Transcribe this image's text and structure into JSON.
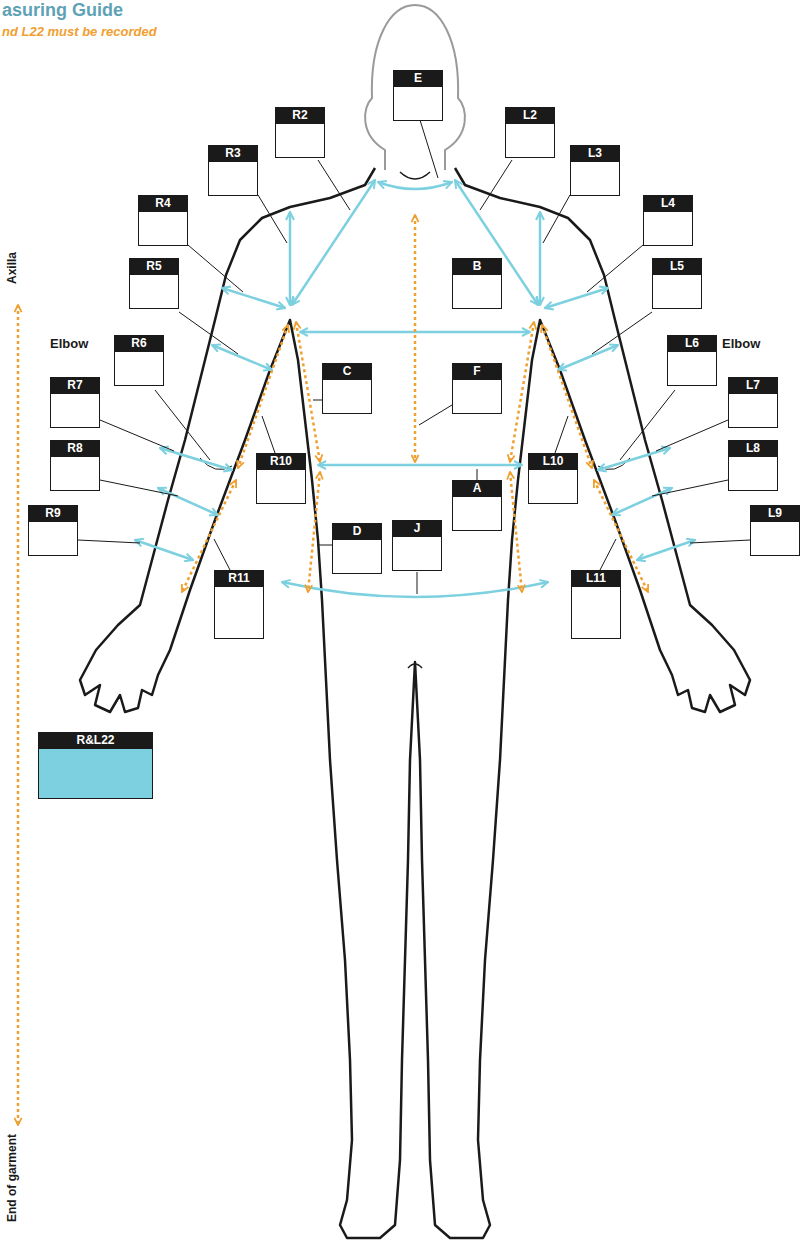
{
  "diagram": {
    "title": "asuring Guide",
    "nodes": [
      {
        "text": [
          "E"
        ]
      },
      {
        "text": [
          "R2"
        ]
      },
      {
        "text": [
          "L2"
        ]
      },
      {
        "text": [
          "R3"
        ]
      },
      {
        "text": [
          "L3"
        ]
      },
      {
        "text": [
          "R4"
        ]
      },
      {
        "text": [
          "L4"
        ]
      },
      {
        "text": [
          "R5"
        ]
      },
      {
        "text": [
          "B"
        ]
      },
      {
        "text": [
          "L5"
        ]
      },
      {
        "text": [
          "R6"
        ]
      },
      {
        "text": [
          "L6"
        ]
      },
      {
        "text": [
          "C"
        ]
      },
      {
        "text": [
          "F"
        ]
      },
      {
        "text": [
          "R7"
        ]
      },
      {
        "text": [
          "L7"
        ]
      },
      {
        "text": [
          "R8"
        ]
      },
      {
        "text": [
          "L8"
        ]
      },
      {
        "text": [
          "R10"
        ]
      },
      {
        "text": [
          "L10"
        ]
      },
      {
        "text": [
          "A"
        ]
      },
      {
        "text": [
          "R9"
        ]
      },
      {
        "text": [
          "L9"
        ]
      },
      {
        "text": [
          "D"
        ]
      },
      {
        "text": [
          "J"
        ]
      },
      {
        "text": [
          "R11"
        ]
      },
      {
        "text": [
          "L11"
        ]
      },
      {
        "text": [
          "R&L22"
        ]
      }
    ],
    "labels": [
      "nd L22 must be recorded",
      "Axilla",
      "Elbow",
      "Elbow",
      "End of garment"
    ]
  }
}
